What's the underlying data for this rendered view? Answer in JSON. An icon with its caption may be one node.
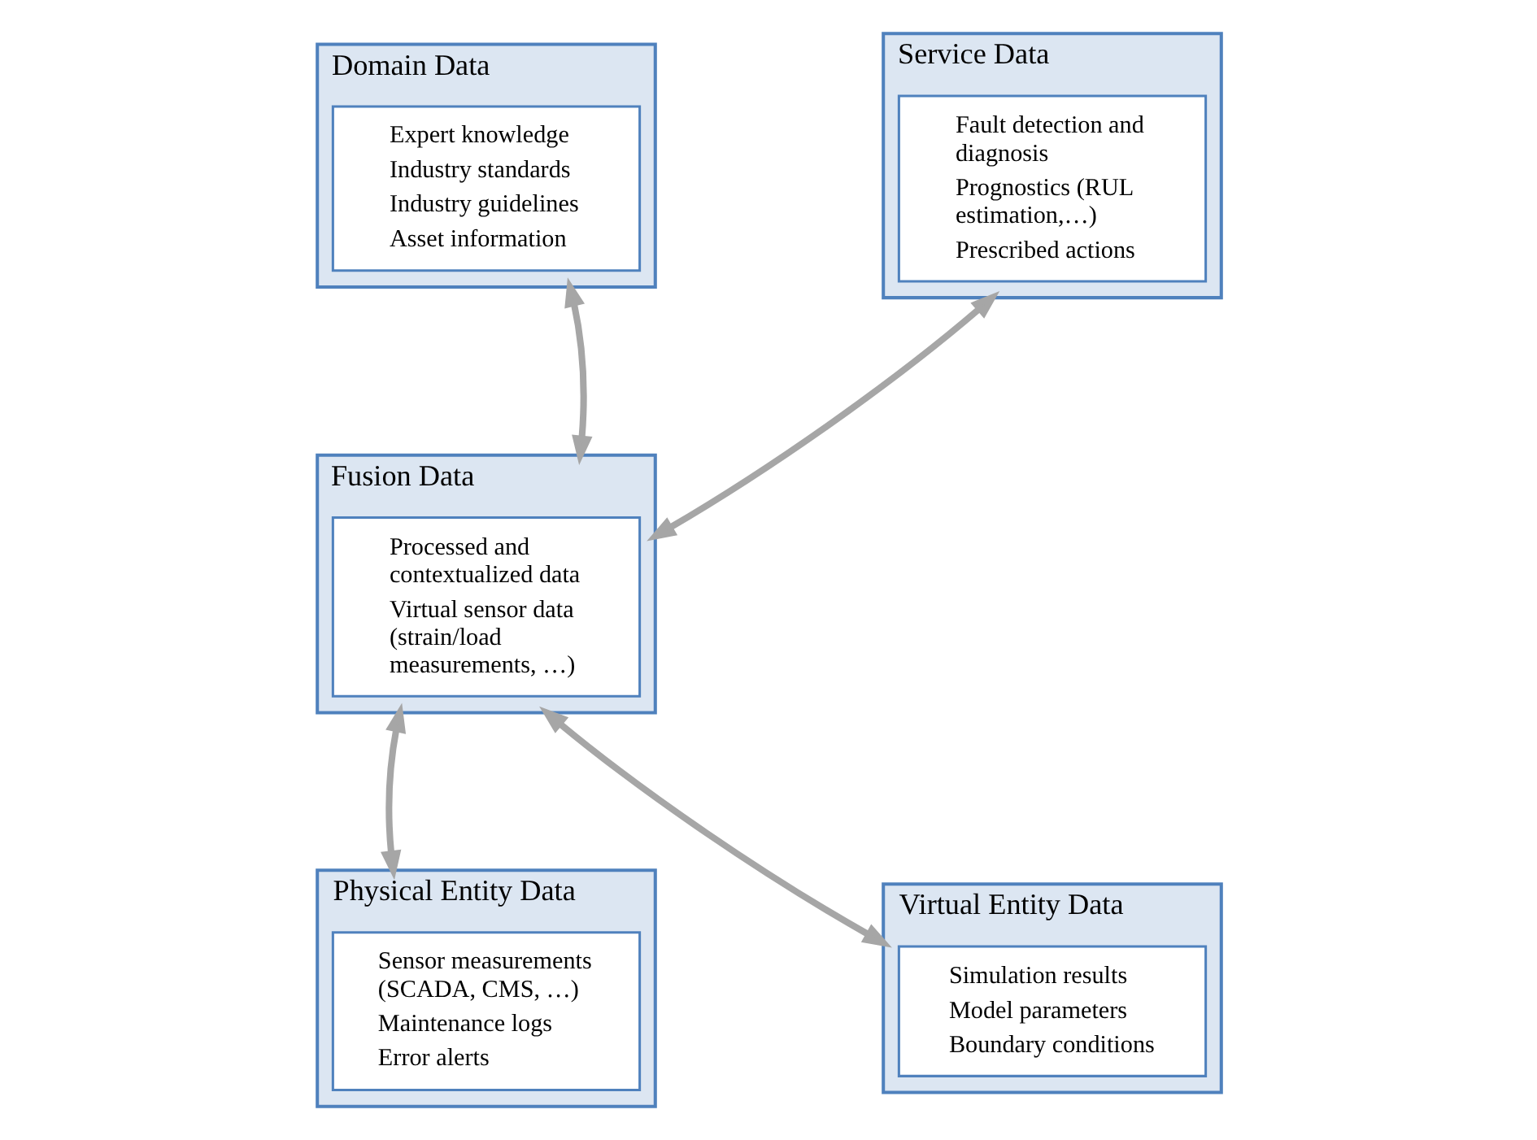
{
  "diagram": {
    "nodes": [
      {
        "text": [
          "Domain Data"
        ]
      },
      {
        "text": [
          "Expert knowledge",
          "Industry standards",
          "Industry guidelines",
          "Asset information"
        ],
        "in": 0
      },
      {
        "text": [
          "Service Data"
        ]
      },
      {
        "text": [
          "Fault detection and diagnosis",
          "Prognostics (RUL estimation,…)",
          "Prescribed actions"
        ],
        "in": 2
      },
      {
        "text": [
          "Fusion Data"
        ]
      },
      {
        "text": [
          "Processed and contextualized data",
          "Virtual sensor data (strain/load measurements, …)"
        ],
        "in": 4
      },
      {
        "text": [
          "Physical Entity Data"
        ]
      },
      {
        "text": [
          "Sensor measurements (SCADA, CMS, …)",
          "Maintenance logs",
          "Error alerts"
        ],
        "in": 6
      },
      {
        "text": [
          "Virtual Entity Data"
        ]
      },
      {
        "text": [
          "Simulation results",
          "Model parameters",
          "Boundary conditions"
        ],
        "in": 8
      }
    ],
    "edges": [
      {
        "from": 0,
        "to": 4,
        "arrow": "both"
      },
      {
        "from": 2,
        "to": 4,
        "arrow": "both"
      },
      {
        "from": 6,
        "to": 4,
        "arrow": "both"
      },
      {
        "from": 8,
        "to": 4,
        "arrow": "both"
      }
    ]
  }
}
